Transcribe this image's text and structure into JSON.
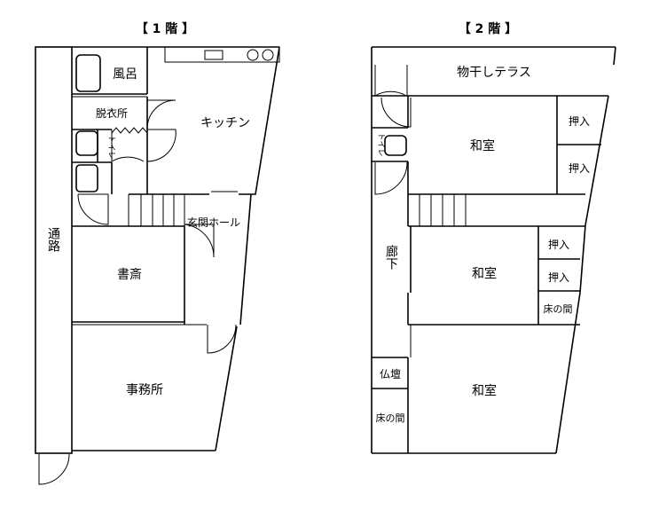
{
  "floor1": {
    "title": "【 1 階 】",
    "rooms": {
      "bath": "風呂",
      "dressing": "脱衣所",
      "kitchen": "キッチン",
      "toilet": "トイレ",
      "passage": "通路",
      "entrance_hall": "玄関ホール",
      "study": "書斎",
      "office": "事務所"
    }
  },
  "floor2": {
    "title": "【 2 階 】",
    "rooms": {
      "terrace": "物干しテラス",
      "toilet": "トイレ",
      "washitsu_1": "和室",
      "oshiire_1": "押入",
      "oshiire_2": "押入",
      "corridor": "廊下",
      "washitsu_2": "和室",
      "oshiire_3": "押入",
      "oshiire_4": "押入",
      "tokonoma_1": "床の間",
      "butsudan": "仏壇",
      "tokonoma_2": "床の間",
      "washitsu_3": "和室"
    }
  }
}
